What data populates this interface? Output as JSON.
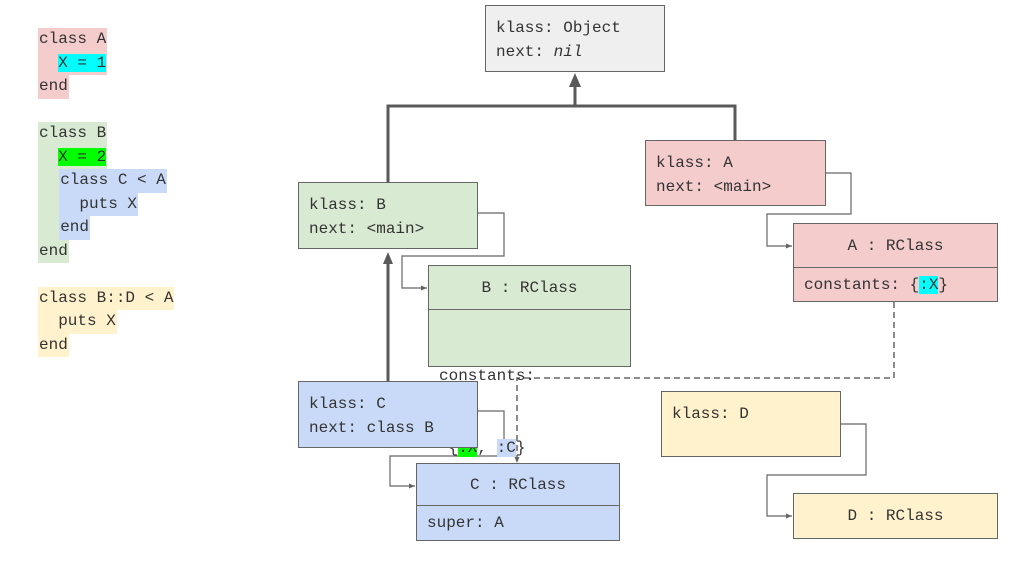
{
  "code": {
    "a_line1": "class A",
    "a_line2": "X = 1",
    "a_line3": "end",
    "b_line1": "class B",
    "b_line2": "X = 2",
    "c_line1": "class C < A",
    "c_line2": "puts X",
    "c_line3": "end",
    "b_line3": "end",
    "d_line1": "class B::D < A",
    "d_line2": "puts X",
    "d_line3": "end"
  },
  "object_node": {
    "klass": "klass: Object",
    "next_label": "next: ",
    "next_value": "nil"
  },
  "a_node": {
    "klass": "klass: A",
    "next": "next: <main>"
  },
  "a_rclass": {
    "title": "A : RClass",
    "constants_label": "constants: {",
    "constant_1": ":X",
    "constants_end": "}"
  },
  "b_node": {
    "klass": "klass: B",
    "next": "next: <main>"
  },
  "b_rclass": {
    "title": "B : RClass",
    "constants_label": "constants:",
    "brace_open": " {",
    "constant_1": ":X",
    "sep": ", ",
    "constant_2": ":C",
    "brace_close": "}"
  },
  "c_node": {
    "klass": "klass: C",
    "next": "next: class B"
  },
  "c_rclass": {
    "title": "C : RClass",
    "super": "super: A"
  },
  "d_node": {
    "klass": "klass: D"
  },
  "d_rclass": {
    "title": "D : RClass"
  },
  "colors": {
    "pink": "#f4cccc",
    "green": "#d9ead3",
    "blue": "#c9daf8",
    "yellow": "#fff2cc",
    "gray": "#efefef",
    "cyan": "#00ffff",
    "lime": "#00ff00",
    "line": "#595959"
  }
}
